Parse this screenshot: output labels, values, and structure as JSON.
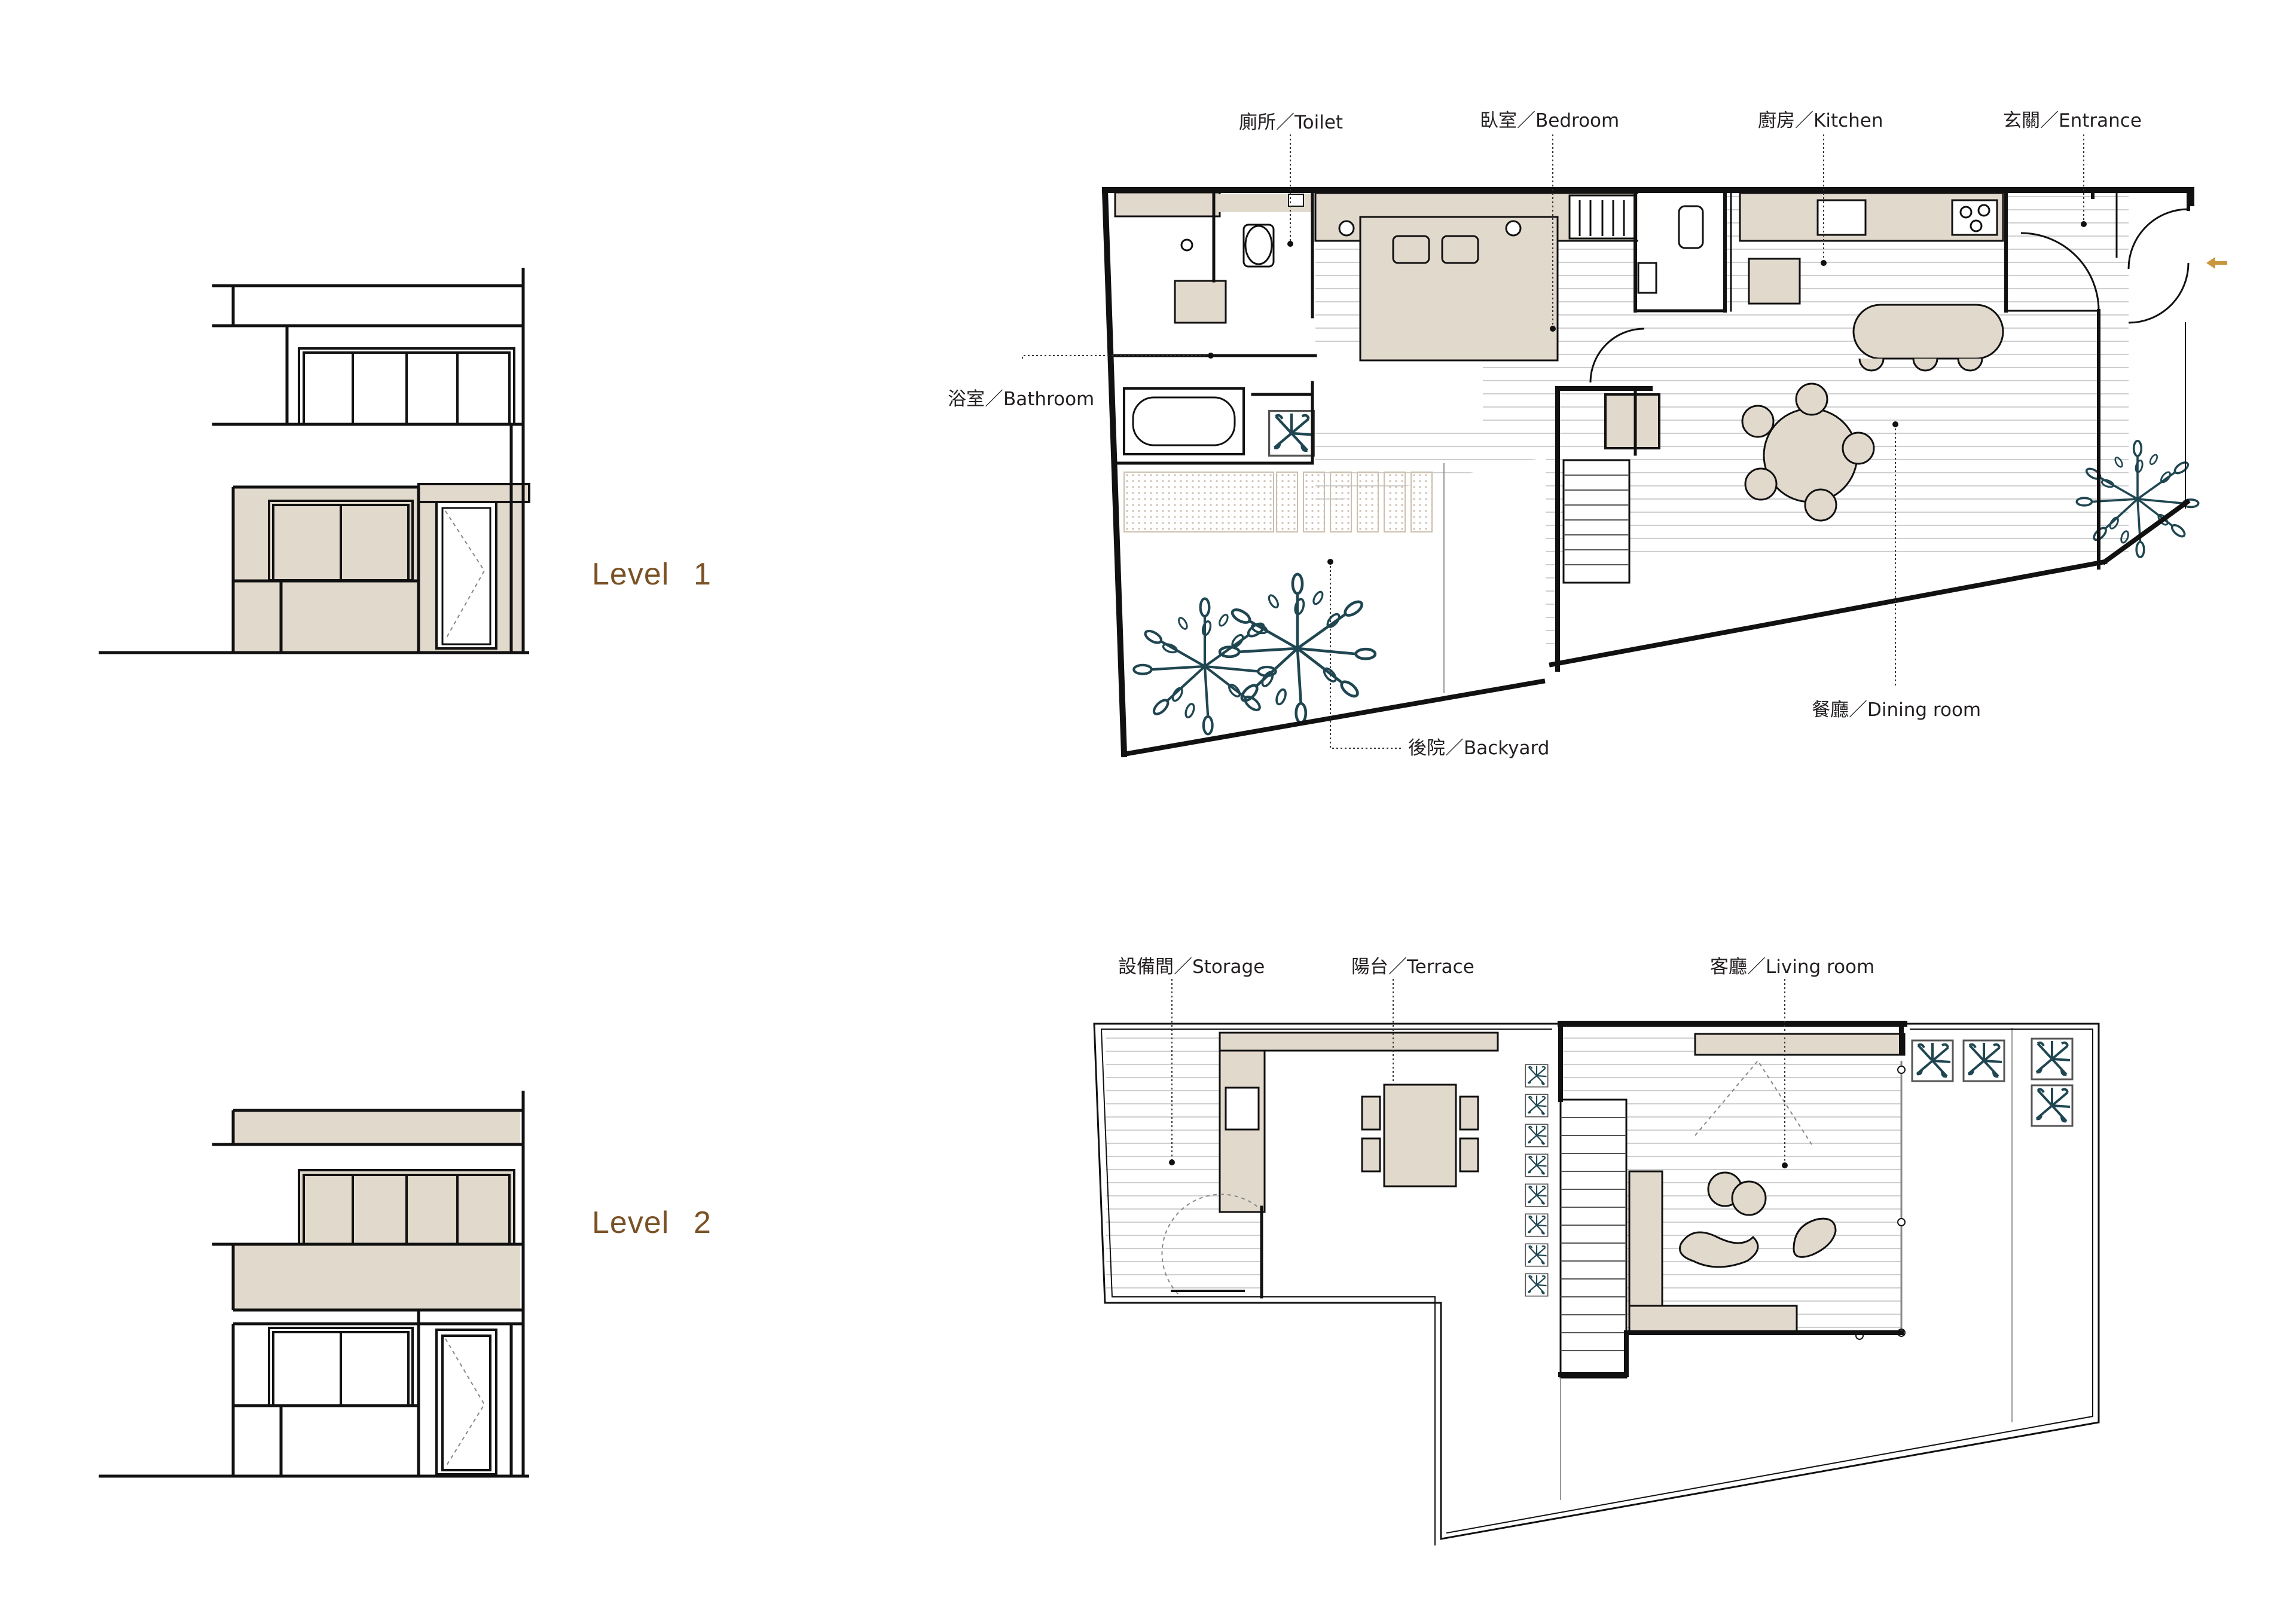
{
  "levels": [
    {
      "label": "Level",
      "number": "1"
    },
    {
      "label": "Level",
      "number": "2"
    }
  ],
  "level1_rooms": {
    "toilet": "廁所／Toilet",
    "bedroom": "臥室／Bedroom",
    "kitchen": "廚房／Kitchen",
    "entrance": "玄關／Entrance",
    "bathroom": "浴室／Bathroom",
    "dining": "餐廳／Dining room",
    "backyard": "後院／Backyard"
  },
  "level2_rooms": {
    "storage": "設備間／Storage",
    "terrace": "陽台／Terrace",
    "living": "客廳／Living room"
  },
  "colors": {
    "wall": "#111111",
    "beige": "#e2d9cd",
    "plant": "#1f4651",
    "accent": "#7a5226",
    "arrow": "#c8963e"
  },
  "icons": {
    "entrance_arrow": "arrow-left-icon"
  }
}
